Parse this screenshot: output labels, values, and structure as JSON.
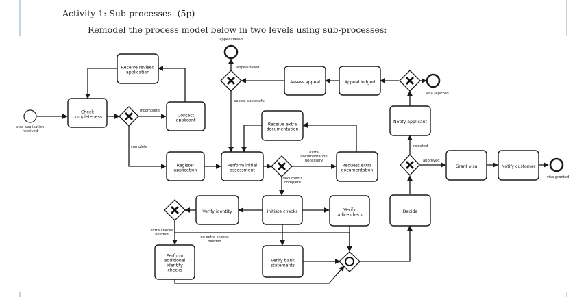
{
  "heading": "Activity 1: Sub-processes. (5p)",
  "instruction": "Remodel the process model below in two levels using sub-processes:",
  "diagram": {
    "events": {
      "start": "visa application received",
      "appeal_failed": "appeal failed",
      "visa_rejected": "visa rejected",
      "visa_granted": "visa granted"
    },
    "tasks": {
      "check_completeness": "Check completeness",
      "receive_revised": "Receive revised application",
      "contact_applicant": "Contact applicant",
      "register_application": "Register application",
      "perform_initial_assessment": "Perform initial assessment",
      "receive_extra_documentation": "Receive extra documentation",
      "request_extra_documentation": "Request extra documentation",
      "assess_appeal": "Assess appeal",
      "appeal_lodged": "Appeal lodged",
      "notify_applicant": "Notify applicant",
      "grant_visa": "Grant visa",
      "notify_customer": "Notify customer",
      "verify_identity": "Verify identity",
      "initiate_checks": "Initiate checks",
      "verify_police_check": "Verify police check",
      "decide": "Decide",
      "perform_additional_identity_checks": "Perform additional identity checks",
      "verify_bank_statements": "Verify bank statements"
    },
    "edge_labels": {
      "incomplete": "incomplete",
      "complete": "complete",
      "appeal_failed": "appeal failed",
      "appeal_successful": "appeal successful",
      "extra_documentation_necessary": "extra documentation necessary",
      "documents_complete": "documents complete",
      "rejected": "rejected",
      "approved": "approved",
      "extra_checks_needed": "extra checks needed",
      "no_extra_checks_needed": "no extra checks needed"
    }
  }
}
